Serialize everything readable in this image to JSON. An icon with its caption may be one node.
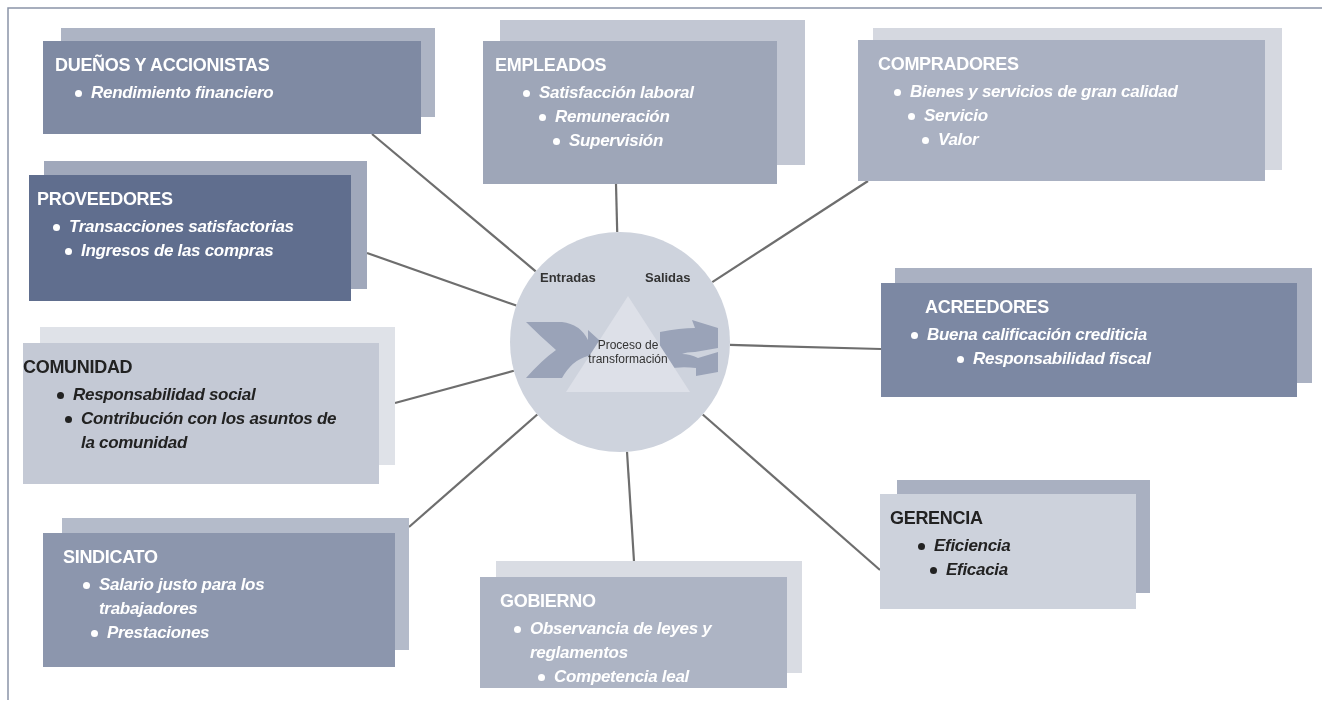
{
  "diagram": {
    "nodes": [
      {
        "text": [
          "Entradas",
          "Salidas"
        ]
      },
      {
        "text": [
          "Proceso de transformación"
        ],
        "in": 0
      },
      {
        "text": [
          "DUEÑOS Y ACCIONISTAS",
          "Rendimiento financiero"
        ]
      },
      {
        "text": [
          "EMPLEADOS",
          "Satisfacción laboral",
          "Remuneración",
          "Supervisión"
        ]
      },
      {
        "text": [
          "COMPRADORES",
          "Bienes y servicios de gran calidad",
          "Servicio",
          "Valor"
        ]
      },
      {
        "text": [
          "PROVEEDORES",
          "Transacciones satisfactorias",
          "Ingresos de las compras"
        ]
      },
      {
        "text": [
          "ACREEDORES",
          "Buena calificación crediticia",
          "Responsabilidad fiscal"
        ]
      },
      {
        "text": [
          "COMUNIDAD",
          "Responsabilidad social",
          "Contribución con los asuntos de la comunidad"
        ]
      },
      {
        "text": [
          "SINDICATO",
          "Salario justo para los trabajadores",
          "Prestaciones"
        ]
      },
      {
        "text": [
          "GOBIERNO",
          "Observancia de leyes y reglamentos",
          "Competencia leal"
        ]
      },
      {
        "text": [
          "GERENCIA",
          "Eficiencia",
          "Eficacia"
        ]
      }
    ],
    "edges": [
      {
        "from": 0,
        "to": 2,
        "arrow": "none"
      },
      {
        "from": 0,
        "to": 3,
        "arrow": "none"
      },
      {
        "from": 0,
        "to": 4,
        "arrow": "none"
      },
      {
        "from": 0,
        "to": 5,
        "arrow": "none"
      },
      {
        "from": 0,
        "to": 6,
        "arrow": "none"
      },
      {
        "from": 0,
        "to": 7,
        "arrow": "none"
      },
      {
        "from": 0,
        "to": 8,
        "arrow": "none"
      },
      {
        "from": 0,
        "to": 9,
        "arrow": "none"
      },
      {
        "from": 0,
        "to": 10,
        "arrow": "none"
      }
    ]
  }
}
